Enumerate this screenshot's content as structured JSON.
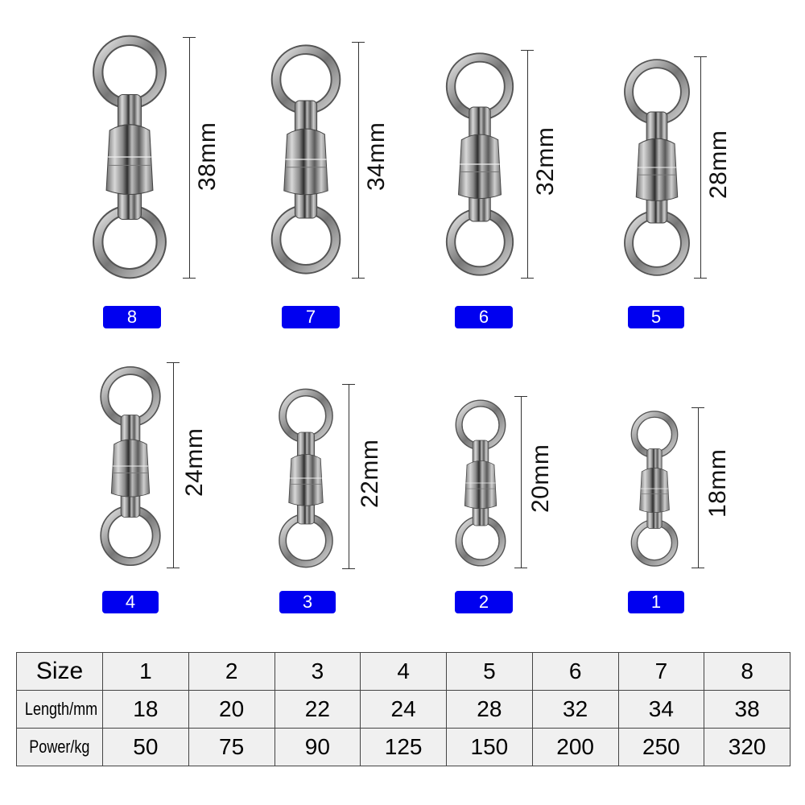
{
  "swivels": [
    {
      "size": "8",
      "length_label": "38mm"
    },
    {
      "size": "7",
      "length_label": "34mm"
    },
    {
      "size": "6",
      "length_label": "32mm"
    },
    {
      "size": "5",
      "length_label": "28mm"
    },
    {
      "size": "4",
      "length_label": "24mm"
    },
    {
      "size": "3",
      "length_label": "22mm"
    },
    {
      "size": "2",
      "length_label": "20mm"
    },
    {
      "size": "1",
      "length_label": "18mm"
    }
  ],
  "colors": {
    "badge_bg": "#0000f0",
    "badge_text": "#ffffff",
    "table_bg": "#f0f0f0",
    "table_border": "#444444"
  },
  "table": {
    "row_headers": [
      "Size",
      "Length/mm",
      "Power/kg"
    ],
    "sizes": [
      "1",
      "2",
      "3",
      "4",
      "5",
      "6",
      "7",
      "8"
    ],
    "lengths": [
      "18",
      "20",
      "22",
      "24",
      "28",
      "32",
      "34",
      "38"
    ],
    "powers": [
      "50",
      "75",
      "90",
      "125",
      "150",
      "200",
      "250",
      "320"
    ]
  }
}
